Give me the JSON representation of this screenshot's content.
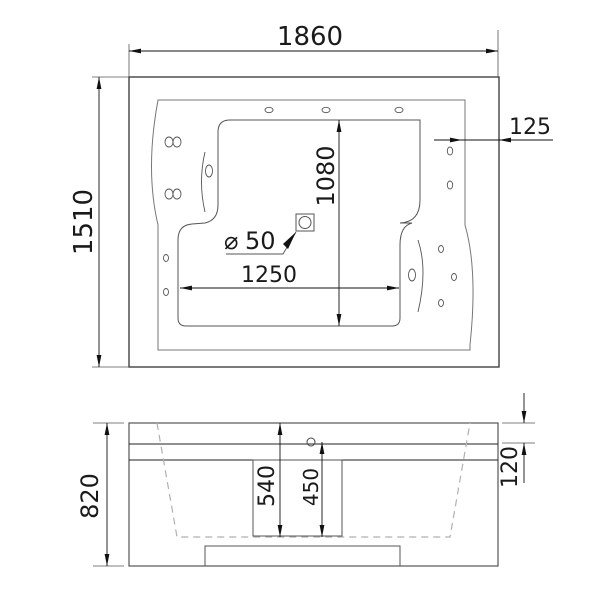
{
  "drawing": {
    "type": "technical drawing",
    "subject": "bathtub top view and side view with dimensions",
    "units": "mm"
  },
  "top_view": {
    "overall_width": "1860",
    "overall_depth": "1510",
    "inner_depth": "1080",
    "inner_length": "1250",
    "rim_width": "125",
    "drain_diameter_symbol": "⌀",
    "drain_diameter": "50"
  },
  "side_view": {
    "overall_height": "820",
    "basin_depth": "540",
    "overflow_depth": "450",
    "rim_height": "120"
  },
  "colors": {
    "line": "#1a1a1a",
    "outline_gray": "#6e6e6e",
    "dashed": "#b0b0b0"
  }
}
